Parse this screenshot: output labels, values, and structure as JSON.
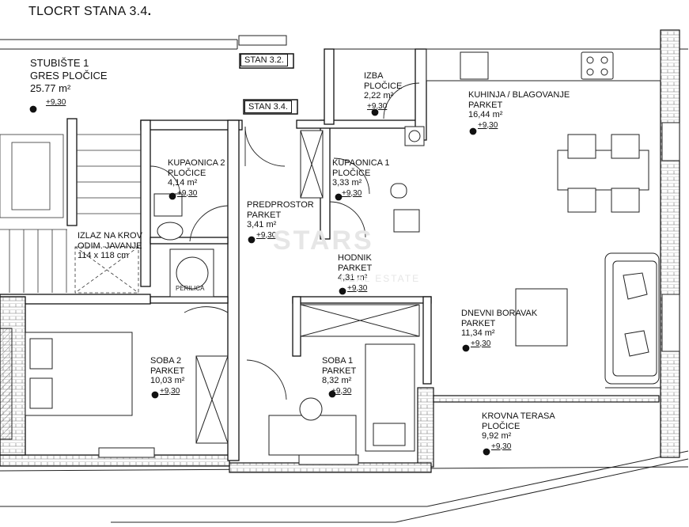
{
  "title": "TLOCRT STANA 3.4",
  "title_suffix": ".",
  "unit_labels": {
    "stan_32": "STAN 3.2.",
    "stan_34": "STAN 3.4."
  },
  "rooms": {
    "stubiste": {
      "name": "STUBIŠTE 1",
      "floor": "GRES PLOČICE",
      "area": "25.77 m²",
      "level": "+9,30"
    },
    "izba": {
      "name": "IZBA",
      "floor": "PLOČICE",
      "area": "2,22 m²",
      "level": "+9,30"
    },
    "kuhinja": {
      "name": "KUHINJA / BLAGOVANJE",
      "floor": "PARKET",
      "area": "16,44 m²",
      "level": "+9,30"
    },
    "kupaonica2": {
      "name": "KUPAONICA 2",
      "floor": "PLOČICE",
      "area": "4,14 m²",
      "level": "+9,30"
    },
    "kupaonica1": {
      "name": "KUPAONICA 1",
      "floor": "PLOČICE",
      "area": "3,33 m²",
      "level": "+9,30"
    },
    "predprostor": {
      "name": "PREDPROSTOR",
      "floor": "PARKET",
      "area": "3,41 m²",
      "level": "+9,30"
    },
    "hodnik": {
      "name": "HODNIK",
      "floor": "PARKET",
      "area": "4,31 m²",
      "level": "+9,30"
    },
    "dnevni": {
      "name": "DNEVNI BORAVAK",
      "floor": "PARKET",
      "area": "11,34 m²",
      "level": "+9,30"
    },
    "soba2": {
      "name": "SOBA 2",
      "floor": "PARKET",
      "area": "10,03 m²",
      "level": "+9,30"
    },
    "soba1": {
      "name": "SOBA 1",
      "floor": "PARKET",
      "area": "8,32 m²",
      "level": "+9,30"
    },
    "terasa": {
      "name": "KROVNA TERASA",
      "floor": "PLOČICE",
      "area": "9,92 m²",
      "level": "+9,30"
    }
  },
  "roof_exit": {
    "line1": "IZLAZ NA KROV",
    "line2": "ODIM. JAVANJE",
    "line3": "114 x 118 cm"
  },
  "fixtures": {
    "washer": "PERILICA"
  },
  "watermark": {
    "main": "STARS",
    "sub": "REAL ESTATE"
  },
  "colors": {
    "wall": "#1a1a1a",
    "wall_fill": "#ffffff",
    "hatch": "#555555",
    "line": "#333333"
  }
}
